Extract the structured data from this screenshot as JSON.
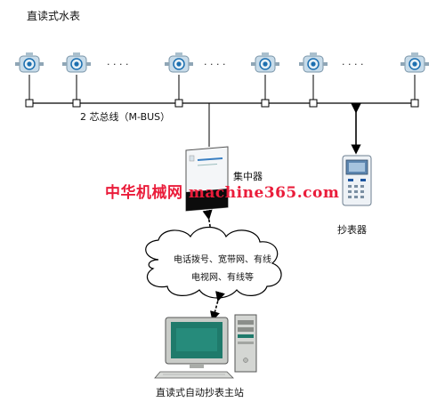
{
  "diagram": {
    "title": "直读式水表",
    "bus_label": "2 芯总线（M-BUS）",
    "concentrator_label": "集中器",
    "reader_label": "抄表器",
    "network_line1": "电话拨号、宽带网、有线",
    "network_line2": "电视网、有线等",
    "station_label": "直读式自动抄表主站",
    "ellipsis": "· · · ·",
    "watermark": "中华机械网 machine365.com"
  },
  "colors": {
    "meter_body": "#c7dbe9",
    "meter_face": "#1c6fb0",
    "monitor_screen": "#1f7a6b",
    "reader_screen": "#5d86b0",
    "watermark": "#ea1c3a"
  },
  "icons": [
    "water-meter-icon",
    "concentrator-icon",
    "meter-reader-icon",
    "cloud-icon",
    "computer-icon",
    "pc-tower-icon"
  ]
}
